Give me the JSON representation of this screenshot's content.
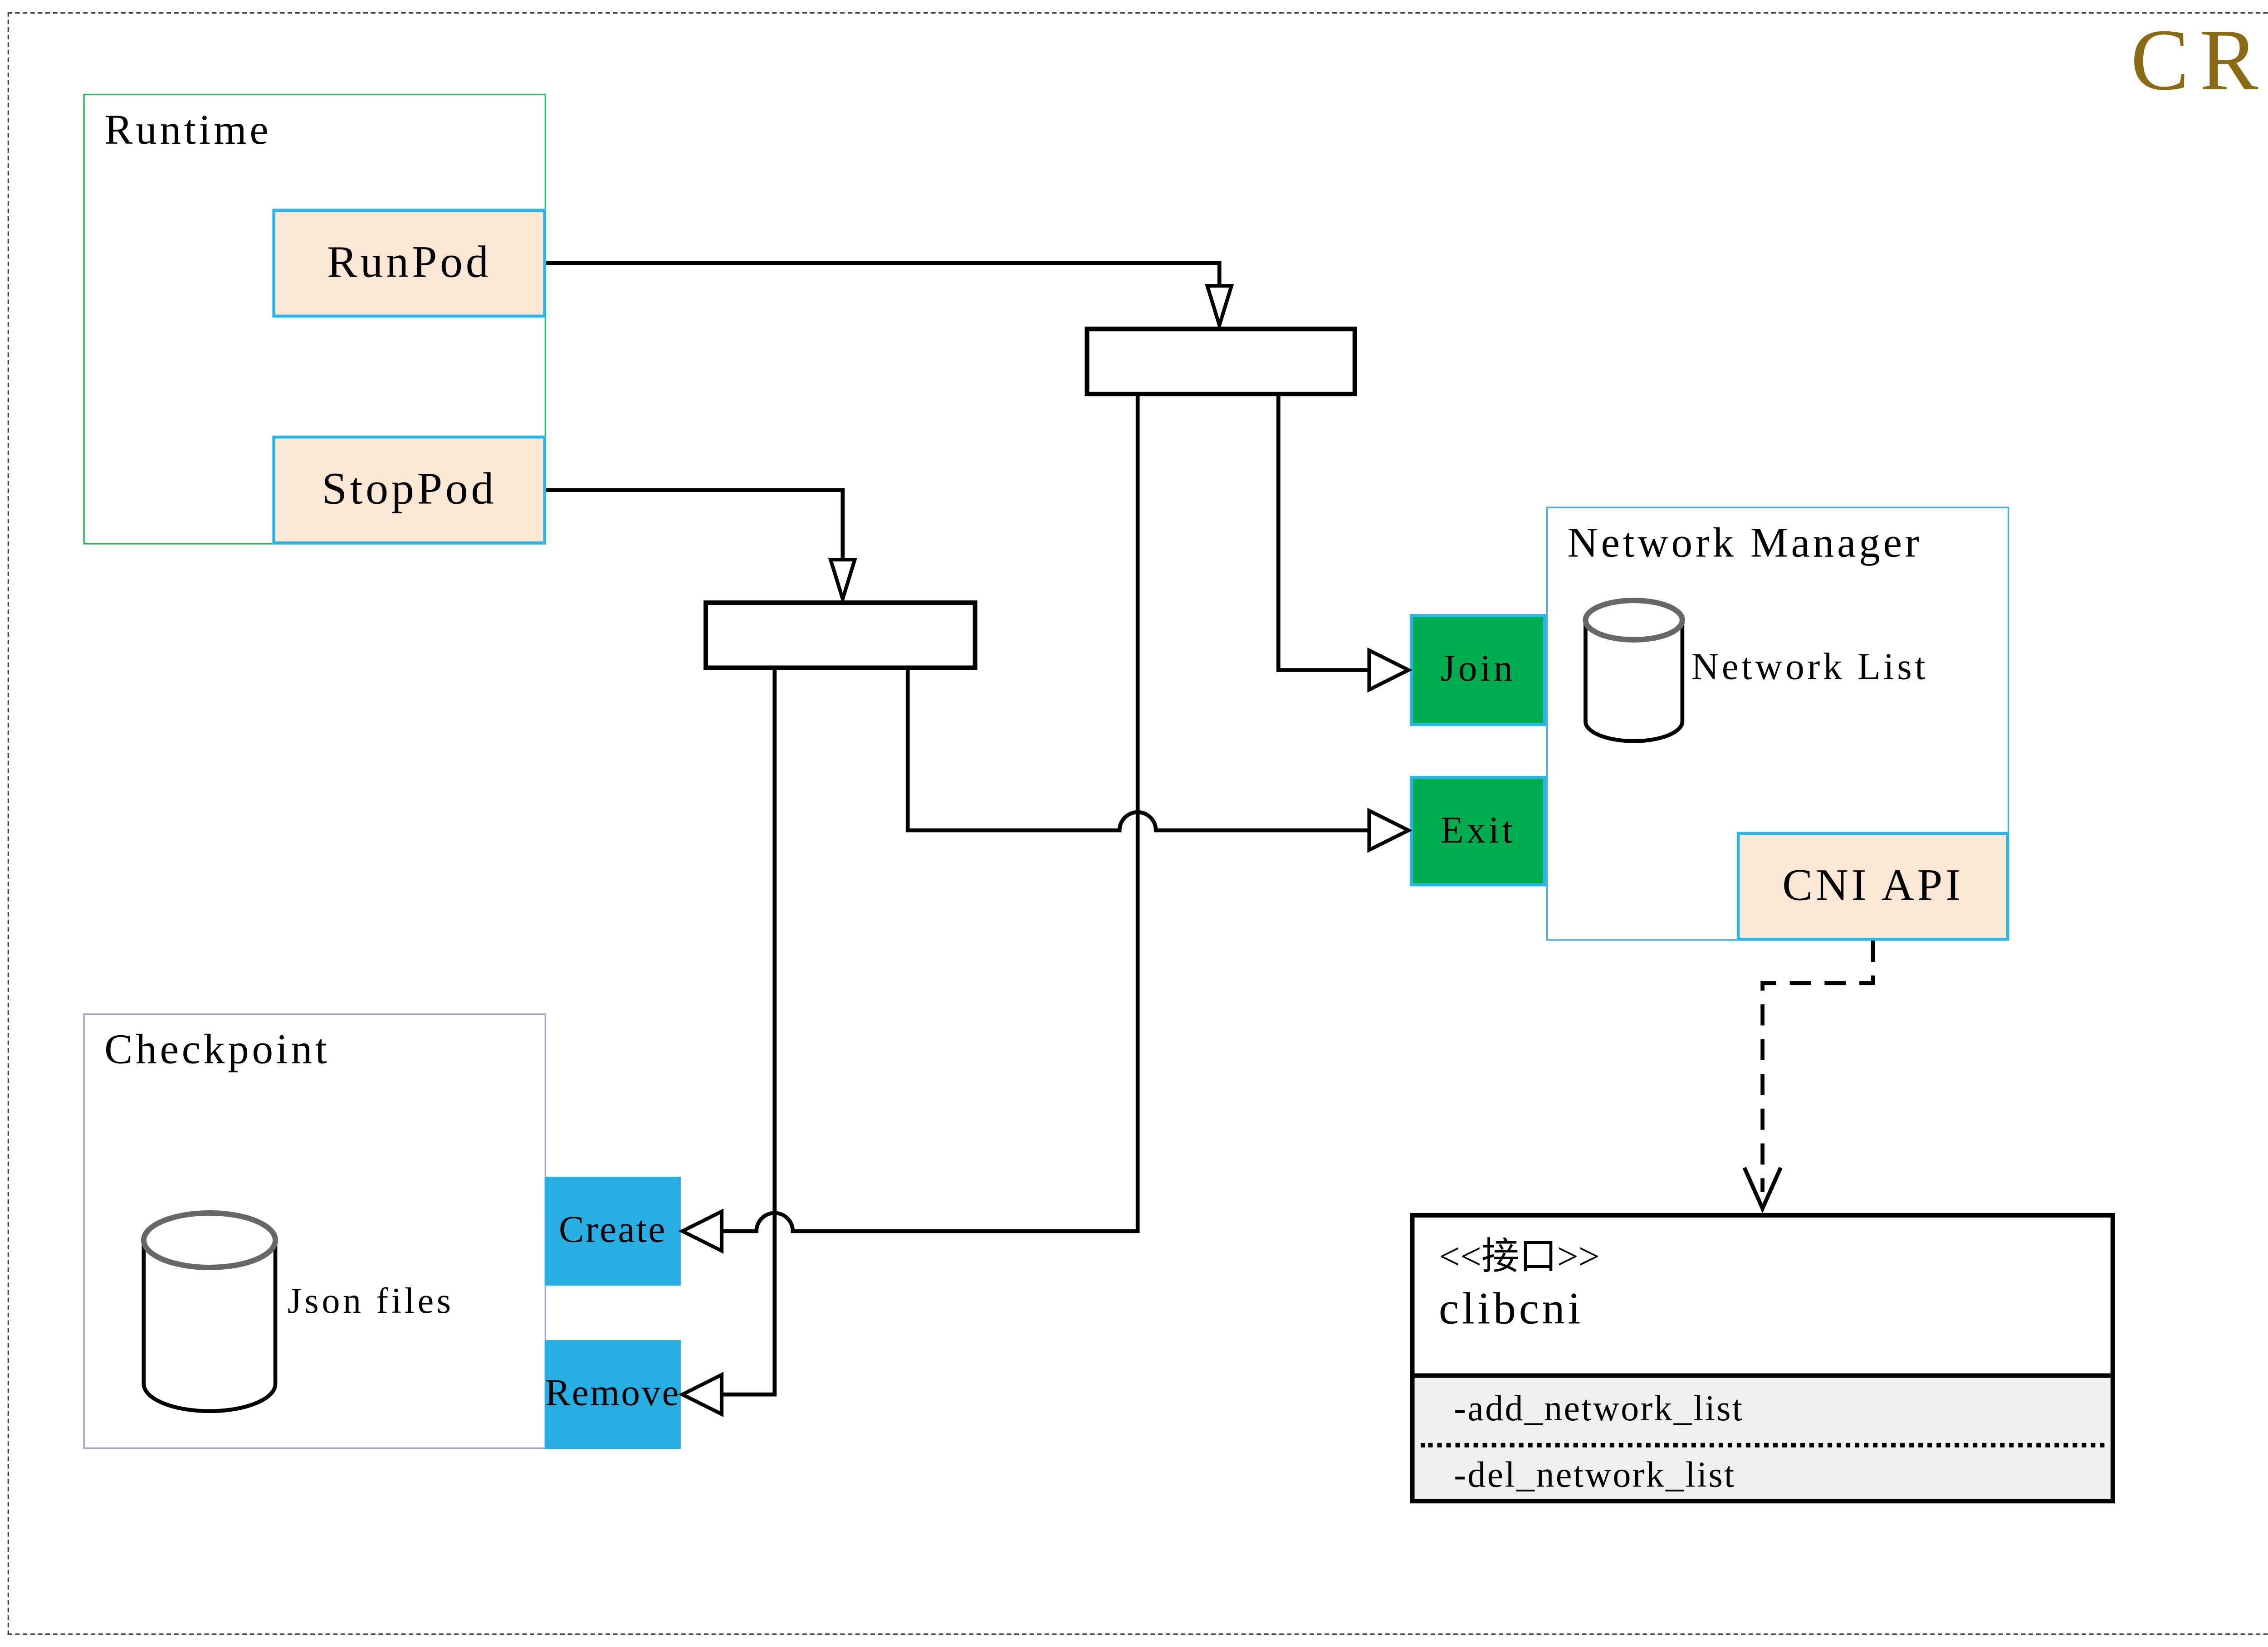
{
  "title": "CRI",
  "runtime": {
    "label": "Runtime",
    "buttons": {
      "run_pod": "RunPod",
      "stop_pod": "StopPod"
    }
  },
  "network_manager": {
    "label": "Network Manager",
    "database_icon": "database-cylinder-icon",
    "database_label": "Network List",
    "join": "Join",
    "exit": "Exit",
    "cni_api": "CNI API"
  },
  "checkpoint": {
    "label": "Checkpoint",
    "database_icon": "database-cylinder-icon",
    "database_label": "Json files",
    "create": "Create",
    "remove": "Remove"
  },
  "interface_class": {
    "stereotype": "<<接口>>",
    "name": "clibcni",
    "methods": [
      "-add_network_list",
      "-del_network_list"
    ]
  },
  "colors": {
    "accent_gold": "#8a6a14",
    "runtime_border": "#2fb45f",
    "peach_fill": "#fbe7d6",
    "cyan_border": "#29b6ea",
    "network_manager_border": "#4aa9dd",
    "checkpoint_border": "#a89cc8",
    "green_fill": "#00ad4e",
    "blue_fill": "#27aee3",
    "cylinder_stroke": "#676767",
    "class_section_fill": "#f0efef",
    "line_color": "#000000"
  }
}
